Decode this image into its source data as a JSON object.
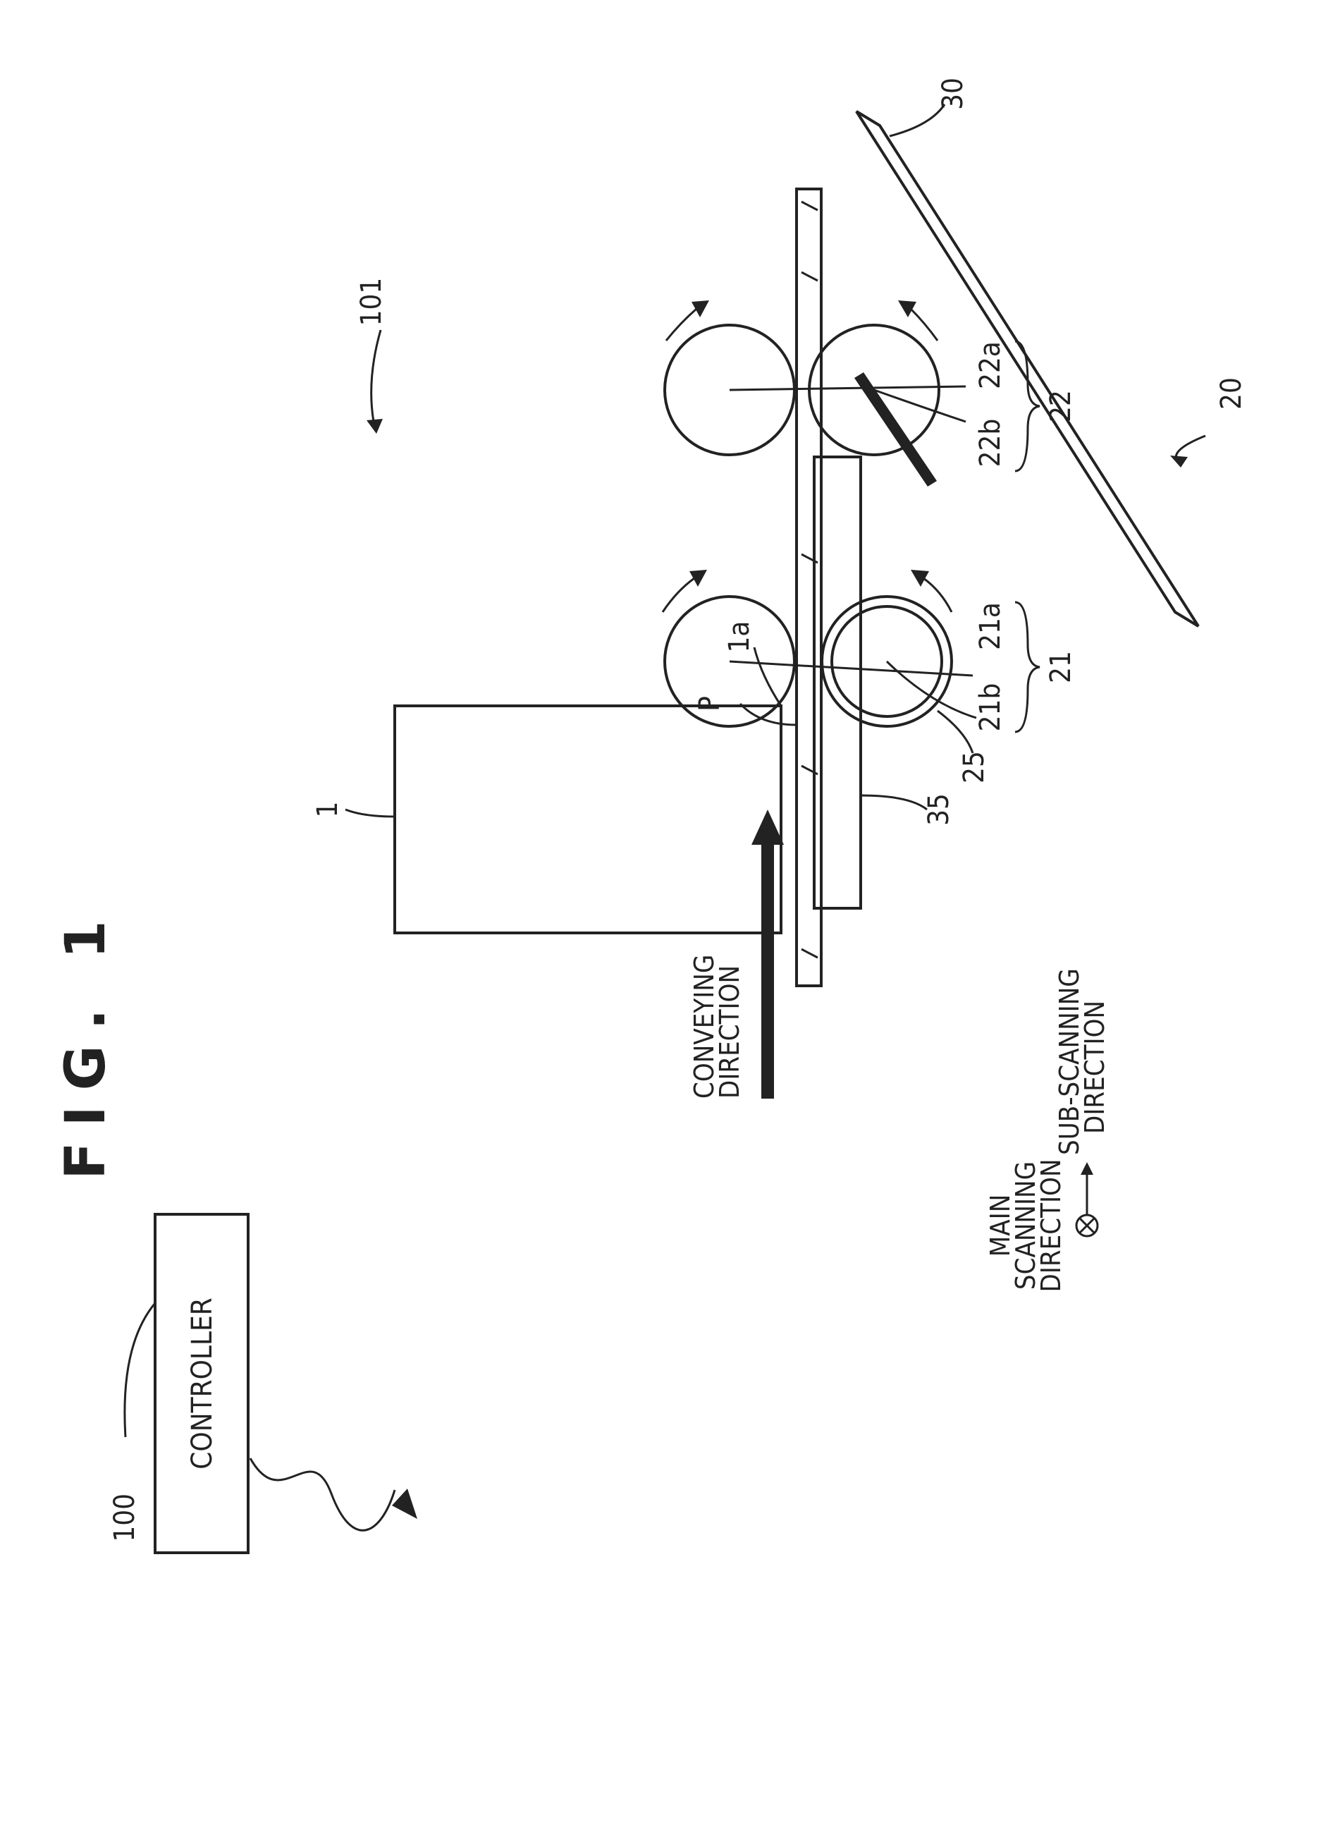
{
  "figure": {
    "title": "FIG. 1",
    "labels": {
      "system": "101",
      "controller_ref": "100",
      "controller_text": "CONTROLLER",
      "head": "1",
      "head_face": "1a",
      "sheet": "P",
      "platen": "35",
      "tray": "30",
      "unit": "20",
      "pair_21": "21",
      "roller_21a": "21a",
      "roller_21b": "21b",
      "sleeve_25": "25",
      "pair_22": "22",
      "roller_22a": "22a",
      "roller_22b": "22b"
    },
    "captions": {
      "conveying_1": "CONVEYING",
      "conveying_2": "DIRECTION",
      "main_1": "MAIN",
      "main_2": "SCANNING",
      "main_3": "DIRECTION",
      "sub_1": "SUB-SCANNING",
      "sub_2": "DIRECTION"
    }
  }
}
